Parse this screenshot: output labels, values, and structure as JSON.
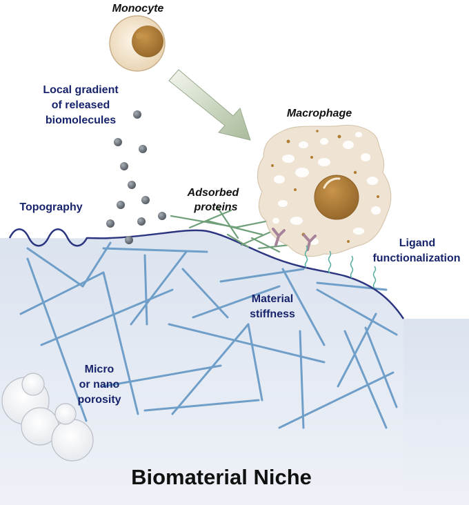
{
  "labels": {
    "monocyte": "Monocyte",
    "macrophage": "Macrophage",
    "gradient_l1": "Local gradient",
    "gradient_l2": "of released",
    "gradient_l3": "biomolecules",
    "topography": "Topography",
    "adsorbed_l1": "Adsorbed",
    "adsorbed_l2": "proteins",
    "ligand_l1": "Ligand",
    "ligand_l2": "functionalization",
    "stiffness_l1": "Material",
    "stiffness_l2": "stiffness",
    "porosity_l1": "Micro",
    "porosity_l2": "or nano",
    "porosity_l3": "porosity",
    "niche_title": "Biomaterial Niche"
  },
  "colors": {
    "label_navy": "#17236b",
    "surface_line": "#2c3580",
    "niche_fill": "#dfe6f1",
    "fiber": "#6f9ec8",
    "monocyte_nucleus": "#b07d32",
    "macrophage_body": "#efe4d4",
    "protein_green": "#6fa07a",
    "receptor": "#a7839a",
    "ligand": "#5bb0a2",
    "arrow": "#c3d0b8",
    "biomolecule": "#6e747c"
  }
}
